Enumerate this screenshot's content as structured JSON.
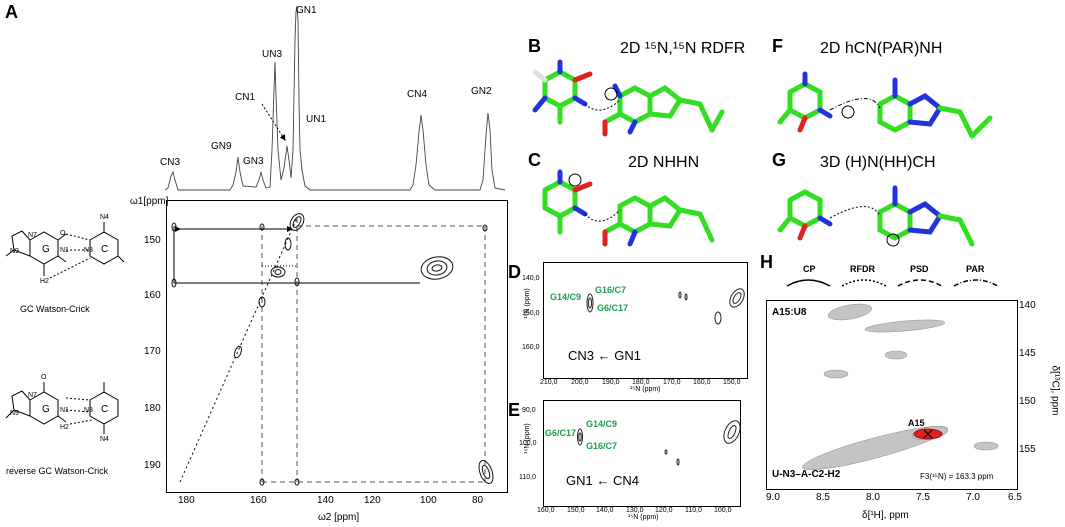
{
  "panels": {
    "A": {
      "label": "A",
      "peaks": [
        "CN3",
        "GN9",
        "GN3",
        "UN3",
        "CN1",
        "GN1",
        "UN1",
        "CN4",
        "GN2"
      ],
      "y_axis_label": "ω1[ppm]",
      "x_axis_label": "ω2 [ppm]",
      "y_ticks": [
        "150",
        "160",
        "170",
        "180",
        "190"
      ],
      "x_ticks": [
        "180",
        "160",
        "140",
        "120",
        "100",
        "80"
      ],
      "struct1_caption": "GC Watson-Crick",
      "struct2_caption": "reverse GC Watson-Crick",
      "struct_atoms": {
        "n7": "N7",
        "n9": "N9",
        "n3": "N3",
        "h2": "H2",
        "g": "G",
        "c": "C",
        "o": "O",
        "n1": "N1",
        "h4": "H",
        "n4": "N4",
        "h": "H"
      }
    },
    "B": {
      "label": "B",
      "title": "2D ¹⁵N,¹⁵N RDFR"
    },
    "C": {
      "label": "C",
      "title": "2D NHHN"
    },
    "D": {
      "label": "D",
      "y_axis": "¹⁵N (ppm)",
      "x_axis": "¹⁵N (ppm)",
      "y_ticks": [
        "140,0",
        "150,0",
        "160,0"
      ],
      "x_ticks": [
        "210,0",
        "200,0",
        "190,0",
        "180,0",
        "170,0",
        "160,0",
        "150,0"
      ],
      "annotations": [
        "G14/C9",
        "G16/C7",
        "G6/C17"
      ],
      "transfer": "CN3 ← GN1"
    },
    "E": {
      "label": "E",
      "y_axis": "¹⁵N (ppm)",
      "x_axis": "¹⁵N (ppm)",
      "y_ticks": [
        "90,0",
        "100,0",
        "110,0"
      ],
      "x_ticks": [
        "160,0",
        "150,0",
        "140,0",
        "130,0",
        "120,0",
        "110,0",
        "100,0"
      ],
      "annotations": [
        "G6/C17",
        "G14/C9",
        "G16/C7"
      ],
      "transfer": "GN1 ← CN4"
    },
    "F": {
      "label": "F",
      "title": "2D hCN(PAR)NH"
    },
    "G": {
      "label": "G",
      "title": "3D (H)N(HH)CH"
    },
    "H": {
      "label": "H",
      "legend": [
        "CP",
        "RFDR",
        "PSD",
        "PAR"
      ],
      "sample": "A15:U8",
      "peak": "A15",
      "pathway": "U-N3–A-C2-H2",
      "plane": "F3(¹⁵N) = 163.3 ppm",
      "x_axis": "δ[¹H], ppm",
      "y_axis": "δ[¹³C], ppm",
      "x_ticks": [
        "9.0",
        "8.5",
        "8.0",
        "7.5",
        "7.0",
        "6.5"
      ],
      "y_ticks": [
        "140",
        "145",
        "150",
        "155"
      ]
    }
  },
  "colors": {
    "carbon": "#33dd22",
    "nitrogen": "#2233dd",
    "oxygen": "#dd2222",
    "hydrogen": "#e0e0e0",
    "annot": "#1a9c4a",
    "highlight": "#e02020"
  }
}
